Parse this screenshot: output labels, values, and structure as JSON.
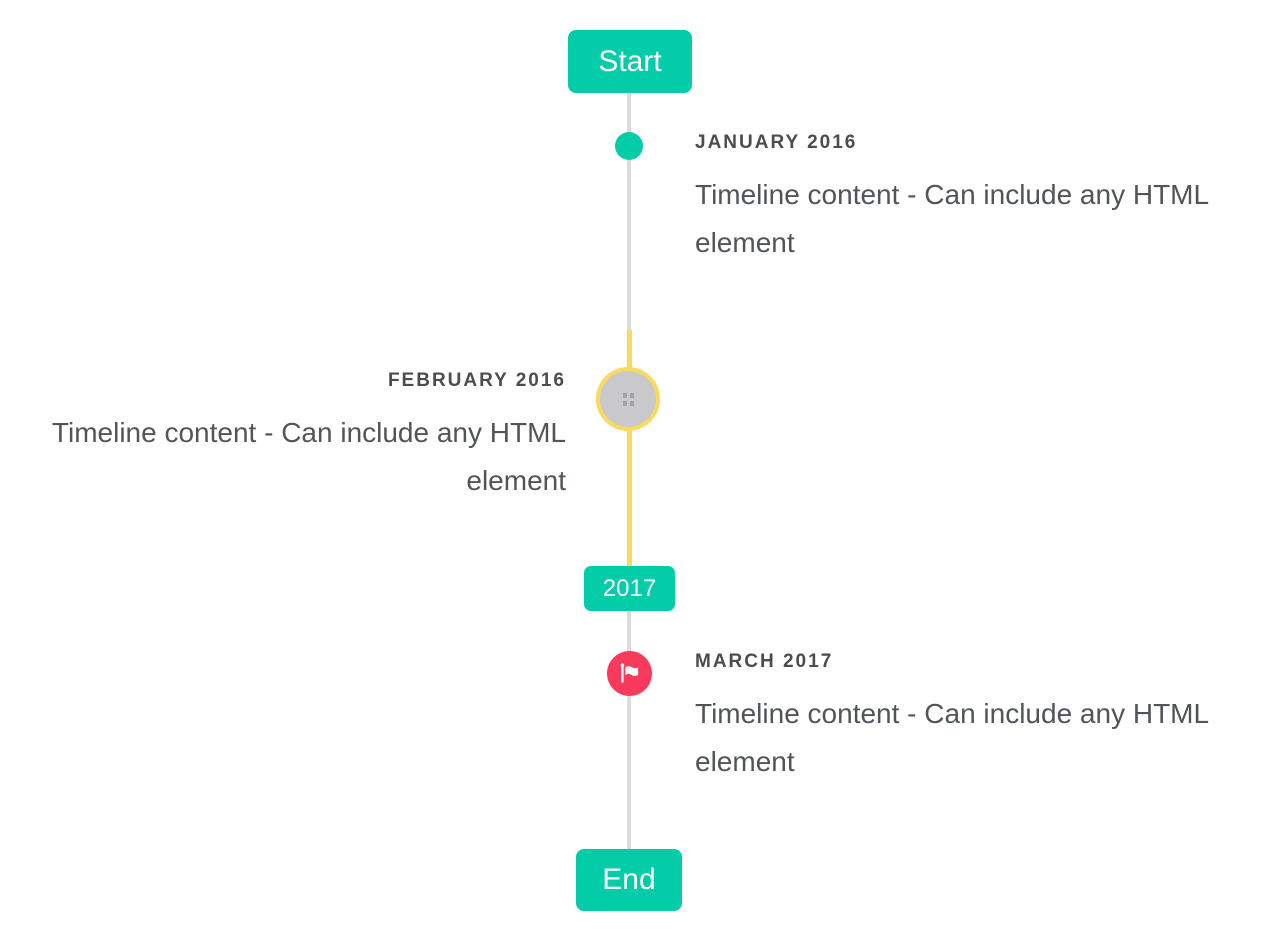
{
  "timeline": {
    "start_label": "Start",
    "year_label": "2017",
    "end_label": "End",
    "events": [
      {
        "date": "JANUARY 2016",
        "content": "Timeline content - Can include any HTML element",
        "side": "right",
        "marker": "teal-dot"
      },
      {
        "date": "FEBRUARY 2016",
        "content": "Timeline content - Can include any HTML element",
        "side": "left",
        "marker": "image-placeholder-circle",
        "active": true
      },
      {
        "date": "MARCH 2017",
        "content": "Timeline content - Can include any HTML element",
        "side": "right",
        "marker": "flag-circle"
      }
    ]
  },
  "icons": {
    "february_marker": "broken-image-icon",
    "march_marker": "flag-icon"
  },
  "colors": {
    "accent_teal": "#03cda9",
    "active_yellow": "#fada5e",
    "flag_red": "#fa3a5c",
    "line_gray": "#dcdcdc",
    "inactive_gray": "#c9c9cb",
    "glyph_gray": "#9c9c9e",
    "heading_text": "#4a4c4e",
    "body_text": "#515559"
  }
}
